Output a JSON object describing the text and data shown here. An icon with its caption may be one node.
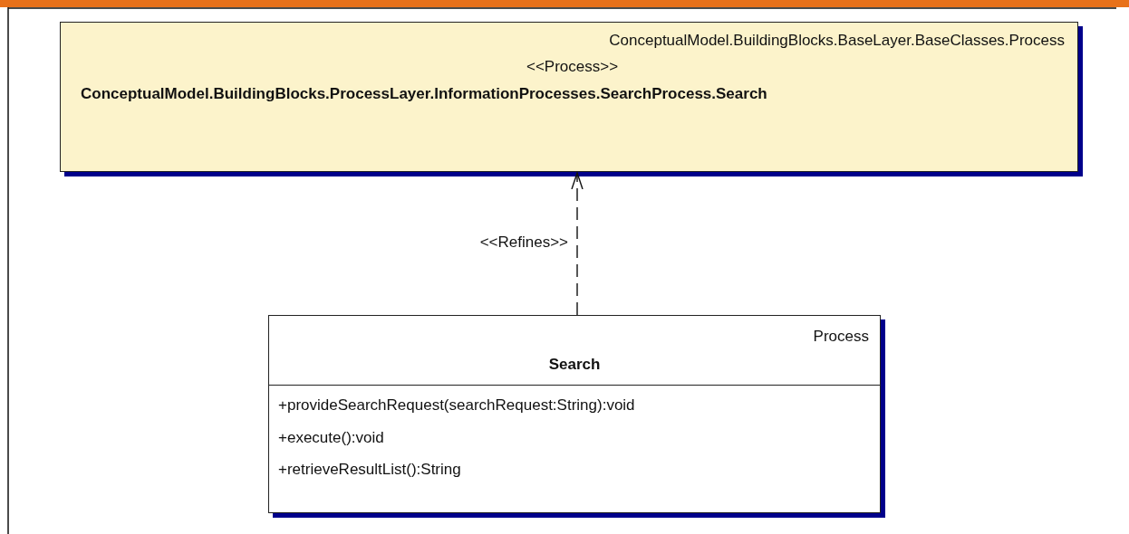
{
  "diagram": {
    "nodes": [
      {
        "text": [
          "ConceptualModel.BuildingBlocks.BaseLayer.BaseClasses.Process",
          "<<Process>>",
          "ConceptualModel.BuildingBlocks.ProcessLayer.InformationProcesses.SearchProcess.Search"
        ]
      },
      {
        "text": [
          "Process",
          "Search",
          "+provideSearchRequest(searchRequest:String):void",
          "+execute():void",
          "+retrieveResultList():String"
        ]
      }
    ],
    "edges": [
      {
        "from": 1,
        "to": 0,
        "arrow": "to",
        "style": "dashed",
        "label": "<<Refines>>"
      }
    ]
  }
}
